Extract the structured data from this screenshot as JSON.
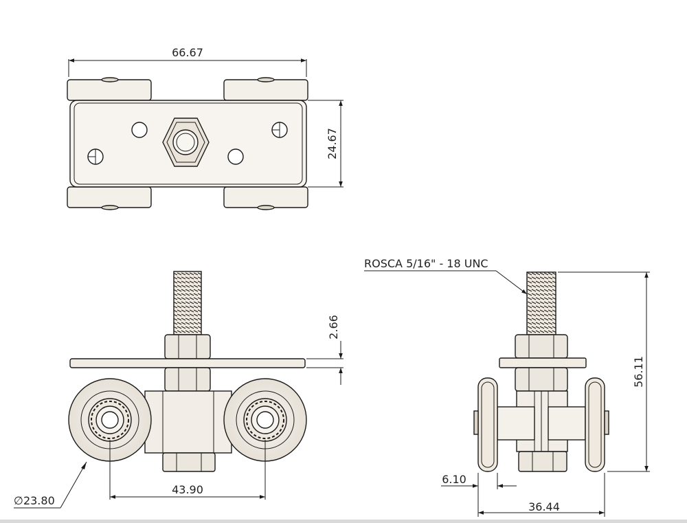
{
  "dimensions": {
    "top_width": "66.67",
    "top_height": "24.67",
    "plate_thickness": "2.66",
    "wheel_diameter_symbol": "∅",
    "wheel_diameter": "23.80",
    "wheel_spacing": "43.90",
    "thread_note": "ROSCA 5/16\" - 18 UNC",
    "overall_height": "56.11",
    "side_width": "36.44",
    "wheel_width": "6.10"
  },
  "colors": {
    "line": "#1a1a1a",
    "fill_light": "#f4f1ec",
    "fill_mid": "#e9e4db",
    "fill_dark": "#d6cfc2",
    "background": "#ffffff"
  }
}
